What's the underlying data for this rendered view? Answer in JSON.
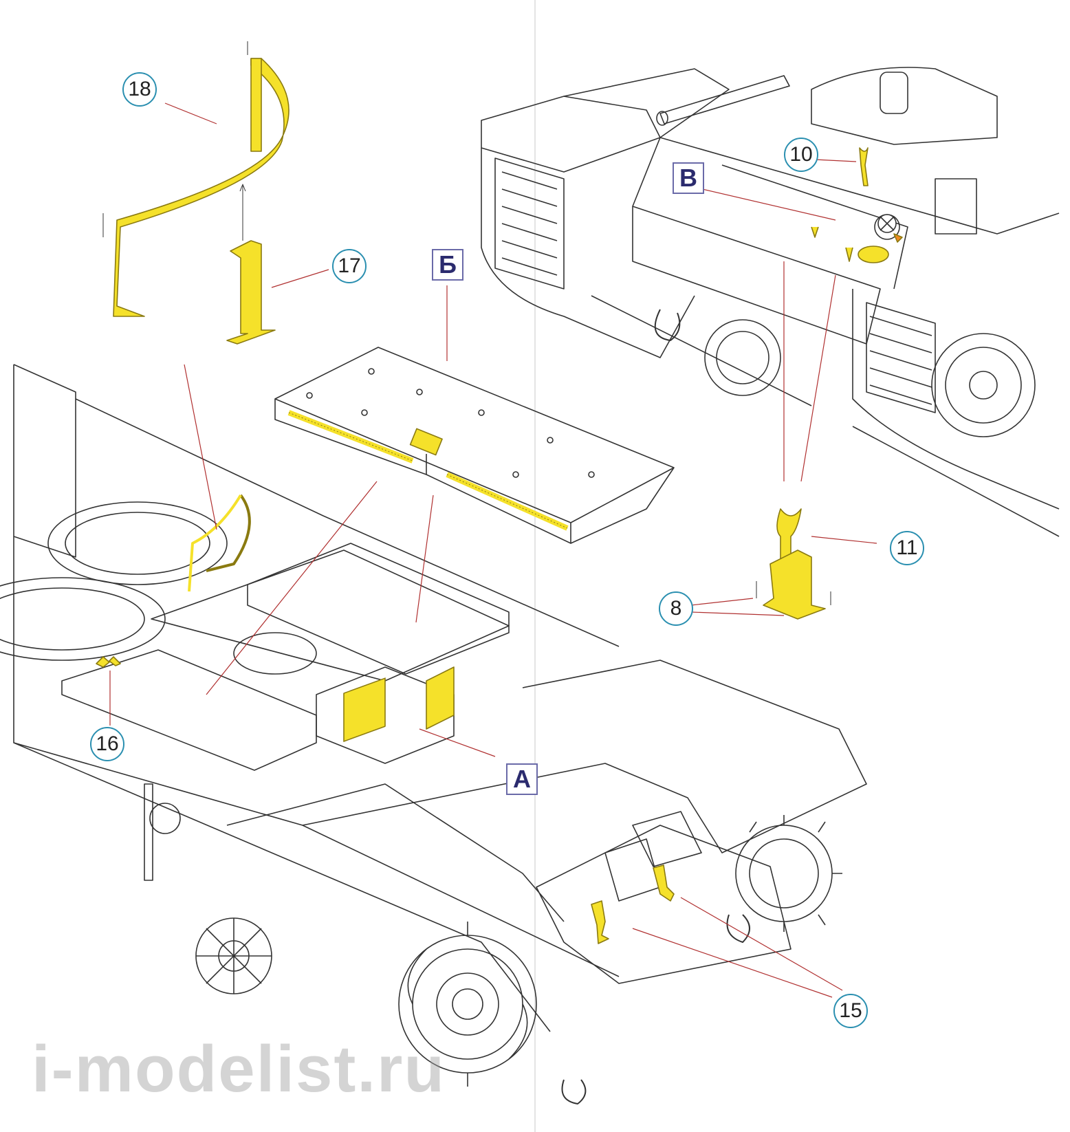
{
  "callouts": {
    "c18": "18",
    "c17": "17",
    "c10": "10",
    "c11": "11",
    "c8": "8",
    "c16": "16",
    "c15": "15"
  },
  "view_labels": {
    "b_cyr": "Б",
    "v_cyr": "В",
    "a": "А"
  },
  "watermark": "i-modelist.ru",
  "colors": {
    "photoetch": "#f5e12a",
    "outline": "#333333",
    "leader": "#b03030",
    "callout_ring": "#2a8fb0"
  }
}
